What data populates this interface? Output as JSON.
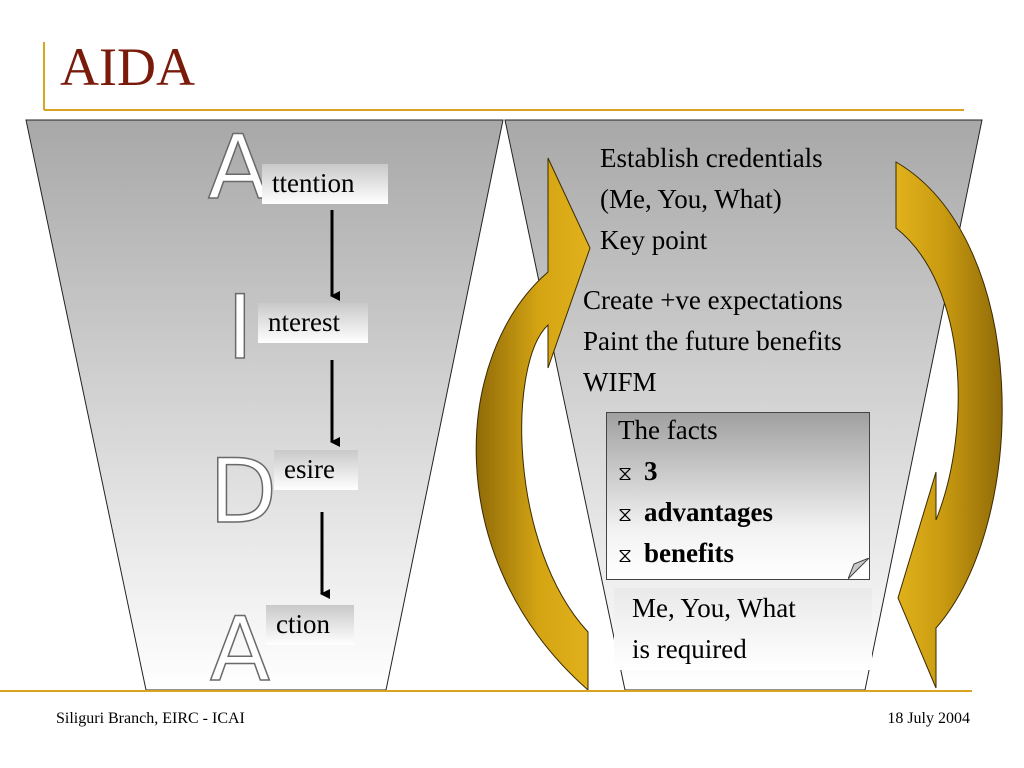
{
  "slide": {
    "title": "AIDA",
    "stages": [
      {
        "letter": "A",
        "label": "ttention"
      },
      {
        "letter": "I",
        "label": "nterest"
      },
      {
        "letter": "D",
        "label": "esire"
      },
      {
        "letter": "A",
        "label": "ction"
      }
    ],
    "attention_lines": [
      "Establish credentials",
      "(Me, You, What)",
      "Key point"
    ],
    "interest_lines": [
      "Create +ve expectations",
      "Paint the future benefits",
      "WIFM"
    ],
    "facts": {
      "heading": "The facts",
      "bullet_glyph": "⧖",
      "items": [
        "3",
        "advantages",
        "benefits"
      ]
    },
    "required_lines": [
      "Me, You, What",
      "is required"
    ],
    "footer": {
      "left": "Siliguri Branch, EIRC - ICAI",
      "right": "18 July 2004"
    },
    "colors": {
      "title": "#7a1a0a",
      "accent_rule": "#d9a520",
      "arrow_gold": "#c99a10",
      "arrow_dark": "#8f6a08"
    }
  }
}
